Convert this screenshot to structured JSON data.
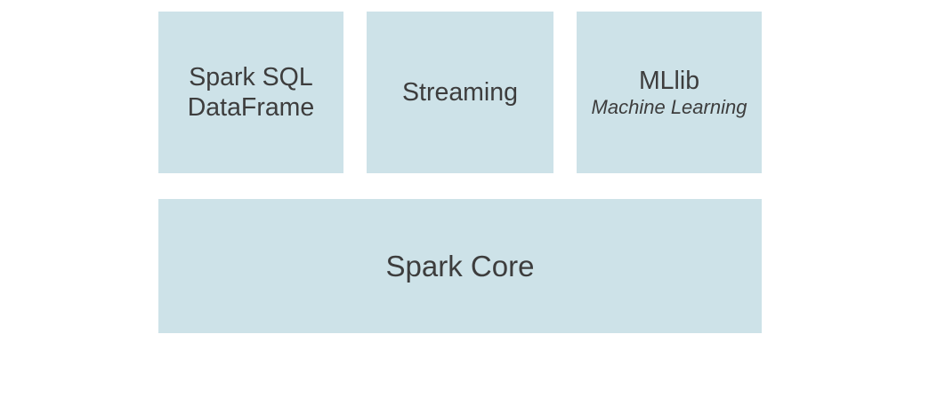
{
  "colors": {
    "background": "#ffffff",
    "box_fill": "#cde2e8",
    "text_color": "#3d3d3d"
  },
  "diagram": {
    "top_boxes": [
      {
        "title": "Spark SQL\nDataFrame"
      },
      {
        "title": "Streaming"
      },
      {
        "title": "MLlib",
        "subtitle": "Machine Learning"
      }
    ],
    "core_box": {
      "title": "Spark Core"
    }
  }
}
